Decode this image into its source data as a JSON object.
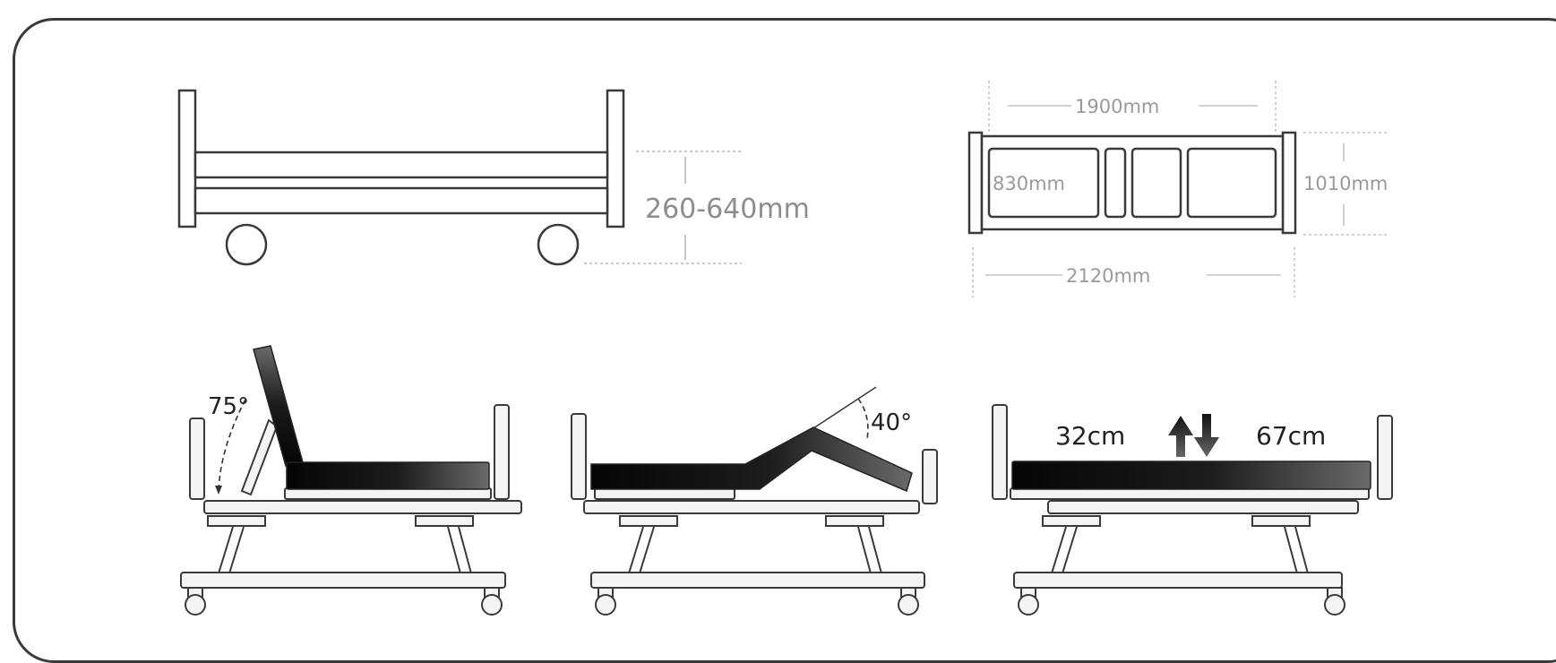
{
  "diagram": {
    "side_view": {
      "height_label": "260-640mm"
    },
    "top_view": {
      "length_label": "1900mm",
      "inner_width_label": "830mm",
      "outer_width_label": "1010mm",
      "total_length_label": "2120mm"
    },
    "backrest_view": {
      "angle_label": "75°"
    },
    "knee_view": {
      "angle_label": "40°"
    },
    "height_view": {
      "min_label": "32cm",
      "max_label": "67cm"
    }
  },
  "colors": {
    "outline": "#3a3a3a",
    "mattress_dark": "#0d0d0d",
    "mattress_light": "#5a5a5a",
    "frame": "#f3f3f3",
    "dim_text": "#8d8d8d",
    "label_text": "#222222"
  }
}
